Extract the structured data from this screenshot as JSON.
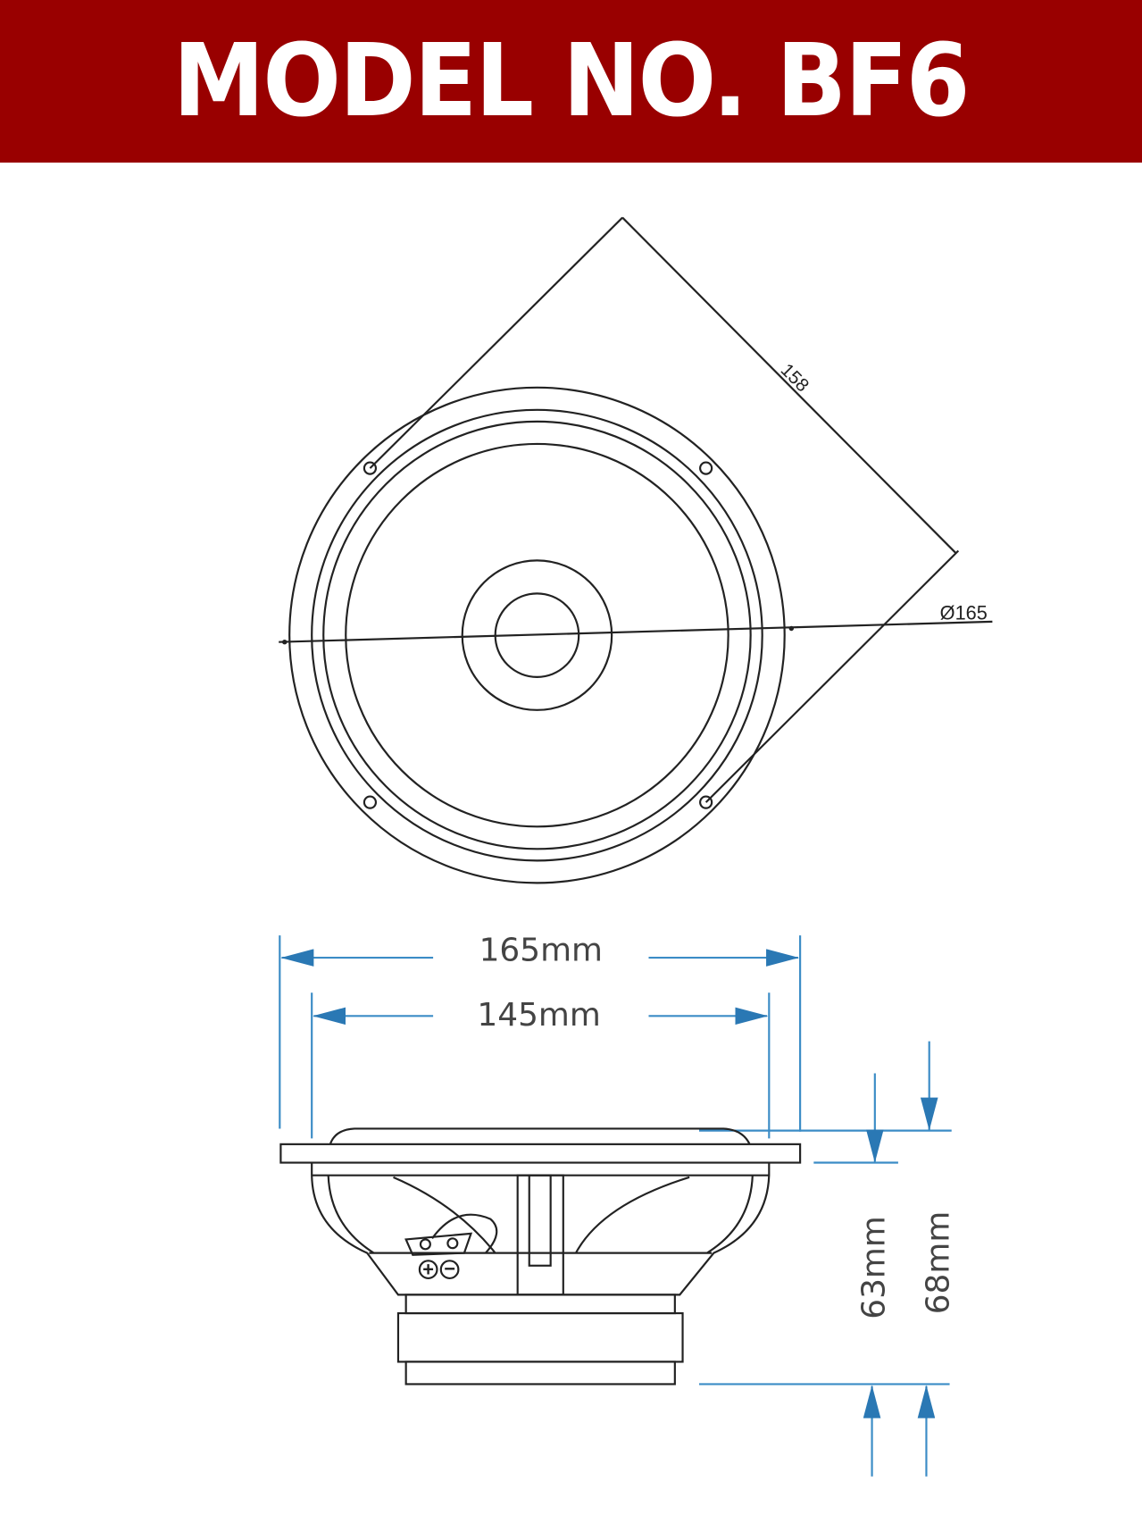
{
  "header": {
    "title": "MODEL NO. BF6"
  },
  "top_view": {
    "diagonal_dimension": "158",
    "diameter_dimension": "Ø165"
  },
  "side_view": {
    "outer_width": "165mm",
    "cutout_width": "145mm",
    "mounting_depth": "63mm",
    "total_depth": "68mm",
    "terminal_labels": {
      "positive": "+",
      "negative": "−"
    }
  },
  "colors": {
    "header_bg": "#990000",
    "dimension_arrows": "#2a78b4",
    "line_art": "#222222"
  }
}
